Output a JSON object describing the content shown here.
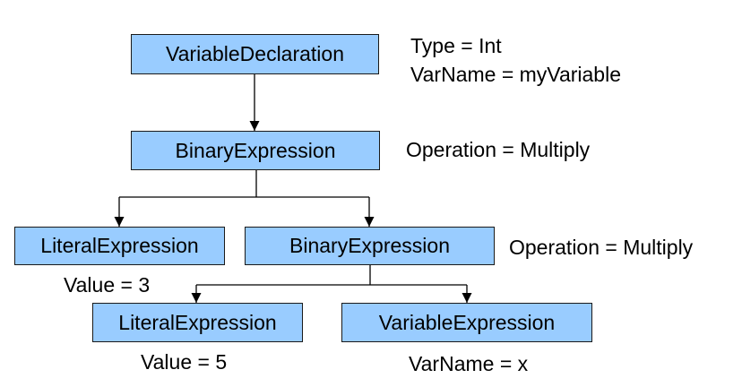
{
  "nodes": {
    "root": "VariableDeclaration",
    "binary_outer": "BinaryExpression",
    "literal_left": "LiteralExpression",
    "binary_inner": "BinaryExpression",
    "literal_bottom": "LiteralExpression",
    "variable_bottom": "VariableExpression"
  },
  "annotations": {
    "root_type": "Type = Int",
    "root_varname": "VarName = myVariable",
    "outer_operation": "Operation = Multiply",
    "inner_operation": "Operation = Multiply",
    "literal_left_value": "Value = 3",
    "literal_bottom_value": "Value = 5",
    "variable_bottom_varname": "VarName = x"
  },
  "colors": {
    "node_fill": "#99ccff",
    "node_border": "#1a1a1a",
    "connector": "#000000"
  }
}
